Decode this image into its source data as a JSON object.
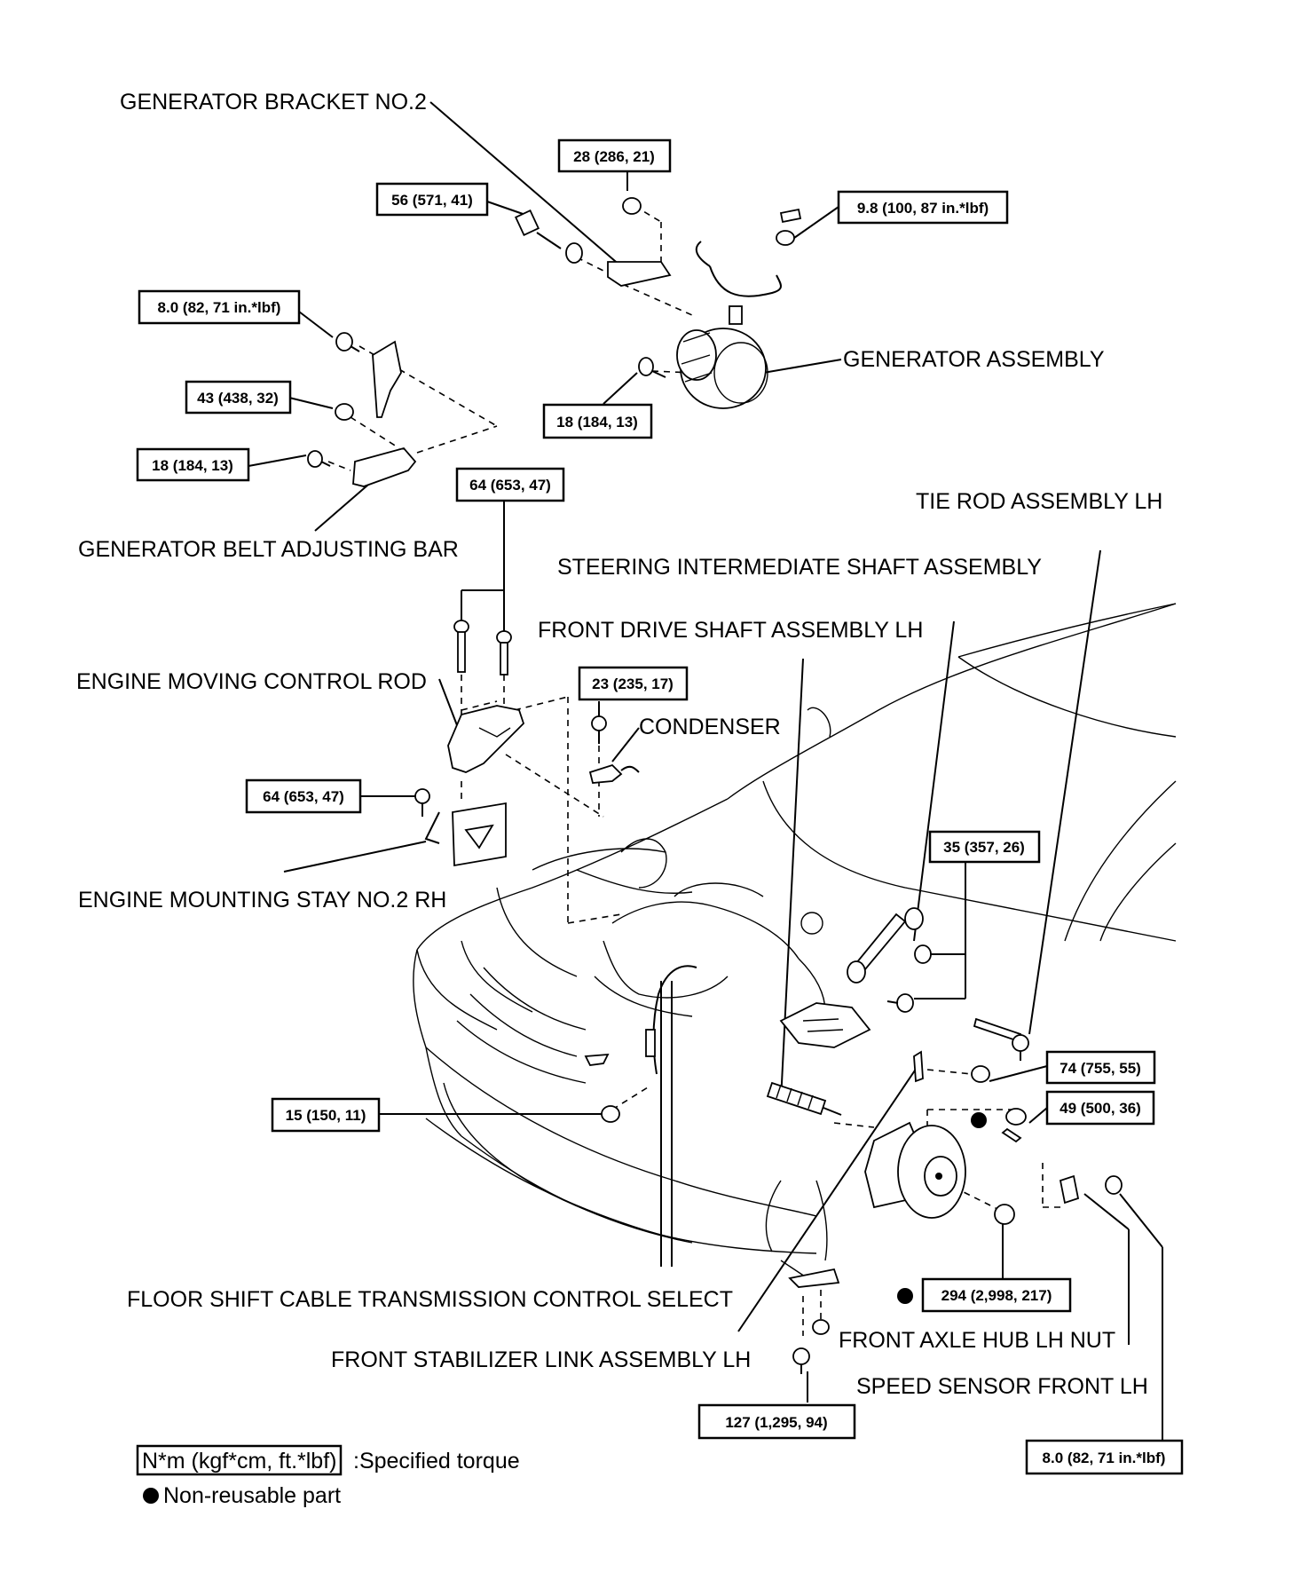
{
  "labels": {
    "generator_bracket_no2": "GENERATOR BRACKET NO.2",
    "generator_assembly": "GENERATOR ASSEMBLY",
    "generator_belt_adjusting_bar": "GENERATOR BELT ADJUSTING BAR",
    "tie_rod_assembly_lh": "TIE ROD ASSEMBLY LH",
    "steering_intermediate_shaft_assembly": "STEERING INTERMEDIATE SHAFT ASSEMBLY",
    "front_drive_shaft_assembly_lh": "FRONT DRIVE SHAFT ASSEMBLY LH",
    "engine_moving_control_rod": "ENGINE MOVING CONTROL ROD",
    "condenser": "CONDENSER",
    "engine_mounting_stay_no2_rh": "ENGINE MOUNTING STAY NO.2 RH",
    "floor_shift_cable": "FLOOR SHIFT CABLE TRANSMISSION CONTROL SELECT",
    "front_axle_hub_lh_nut": "FRONT AXLE HUB LH NUT",
    "front_stabilizer_link_assembly_lh": "FRONT STABILIZER LINK ASSEMBLY LH",
    "speed_sensor_front_lh": "SPEED SENSOR FRONT LH"
  },
  "torques": {
    "t28": "28 (286, 21)",
    "t56": "56 (571, 41)",
    "t98": "9.8 (100, 87 in.*lbf)",
    "t80_top": "8.0 (82, 71 in.*lbf)",
    "t43": "43 (438, 32)",
    "t18_gen": "18 (184, 13)",
    "t18_bar": "18 (184, 13)",
    "t64_top": "64 (653, 47)",
    "t23": "23 (235, 17)",
    "t64_stay": "64 (653, 47)",
    "t35": "35 (357, 26)",
    "t74": "74 (755, 55)",
    "t49": "49 (500, 36)",
    "t15": "15 (150, 11)",
    "t294": "294 (2,998, 217)",
    "t127": "127 (1,295, 94)",
    "t80_bottom": "8.0 (82, 71 in.*lbf)"
  },
  "legend": {
    "unit_box": "N*m (kgf*cm, ft.*lbf)",
    "unit_desc": ":Specified torque",
    "nonreusable": "Non-reusable part"
  }
}
